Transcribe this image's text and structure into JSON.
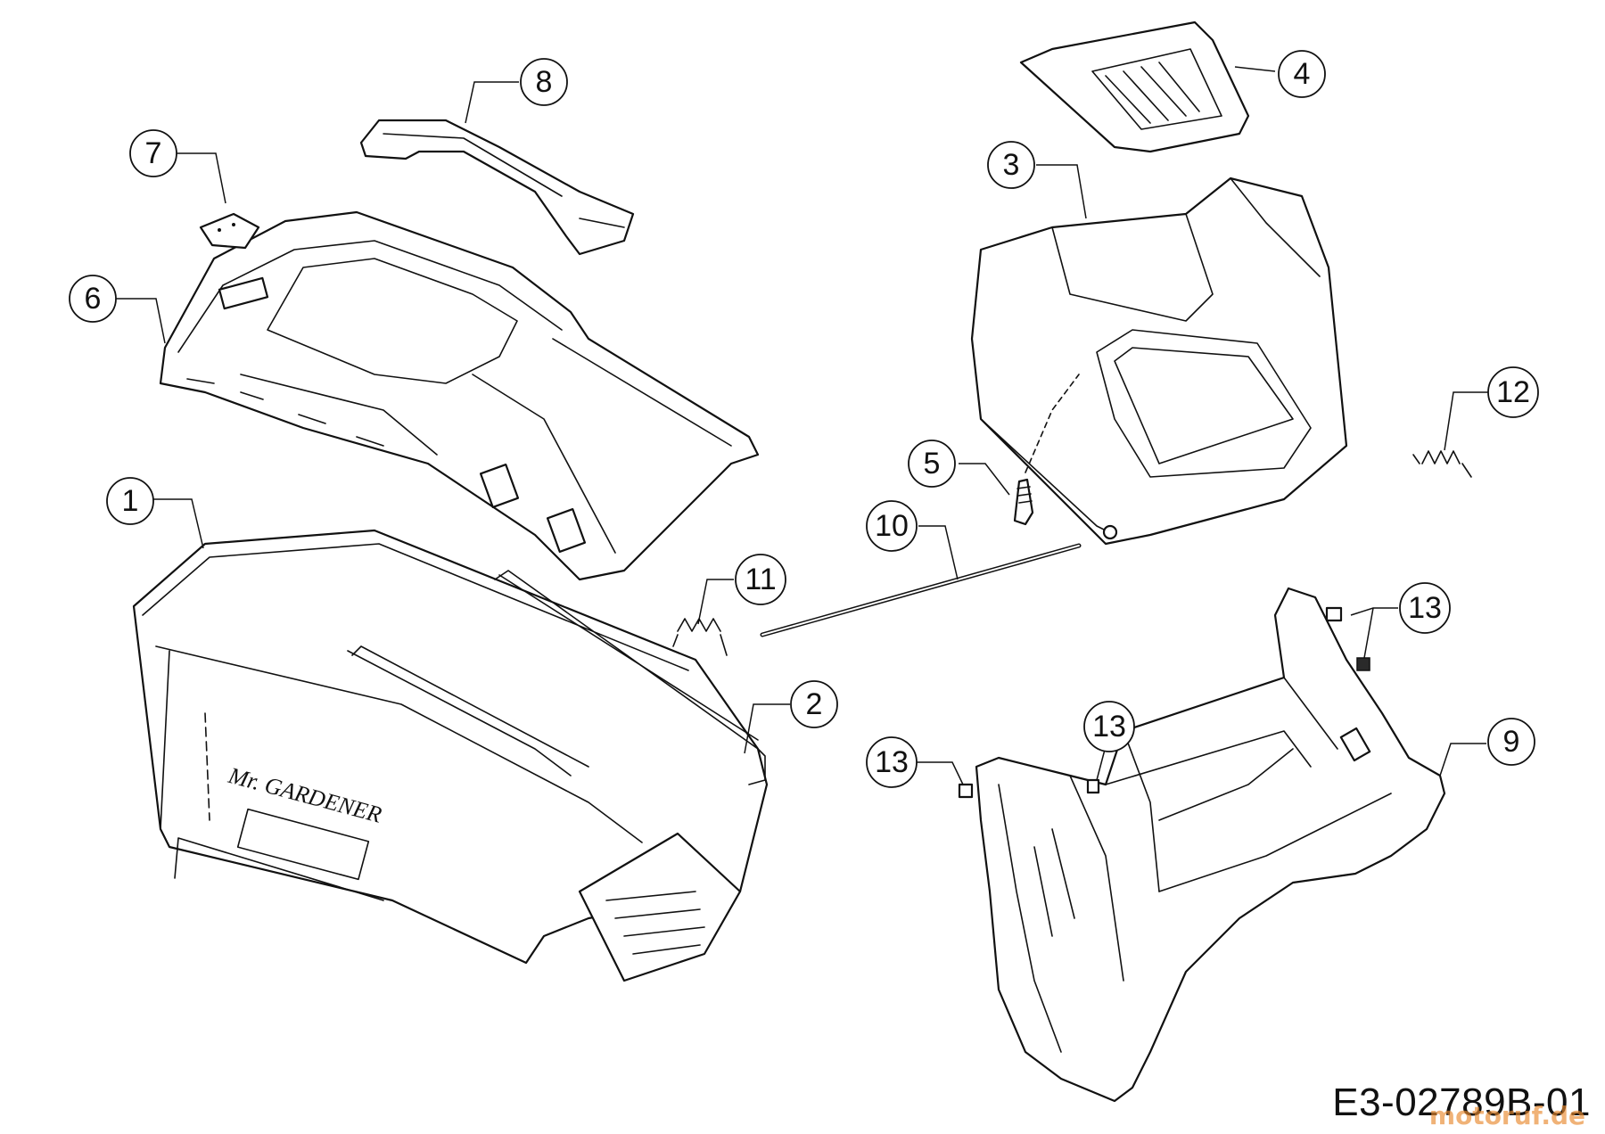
{
  "callouts": [
    {
      "id": "callout-1",
      "label": "1"
    },
    {
      "id": "callout-2",
      "label": "2"
    },
    {
      "id": "callout-3",
      "label": "3"
    },
    {
      "id": "callout-4",
      "label": "4"
    },
    {
      "id": "callout-5",
      "label": "5"
    },
    {
      "id": "callout-6",
      "label": "6"
    },
    {
      "id": "callout-7",
      "label": "7"
    },
    {
      "id": "callout-8",
      "label": "8"
    },
    {
      "id": "callout-9",
      "label": "9"
    },
    {
      "id": "callout-10",
      "label": "10"
    },
    {
      "id": "callout-11",
      "label": "11"
    },
    {
      "id": "callout-12",
      "label": "12"
    },
    {
      "id": "callout-13a",
      "label": "13"
    },
    {
      "id": "callout-13b",
      "label": "13"
    },
    {
      "id": "callout-13c",
      "label": "13"
    }
  ],
  "logo_text": "Mr. GARDENER",
  "diagram_code": "E3-02789B-01",
  "watermark": "motoruf.de",
  "colors": {
    "line": "#111111",
    "background": "#ffffff",
    "watermark": "#e98a2f"
  }
}
